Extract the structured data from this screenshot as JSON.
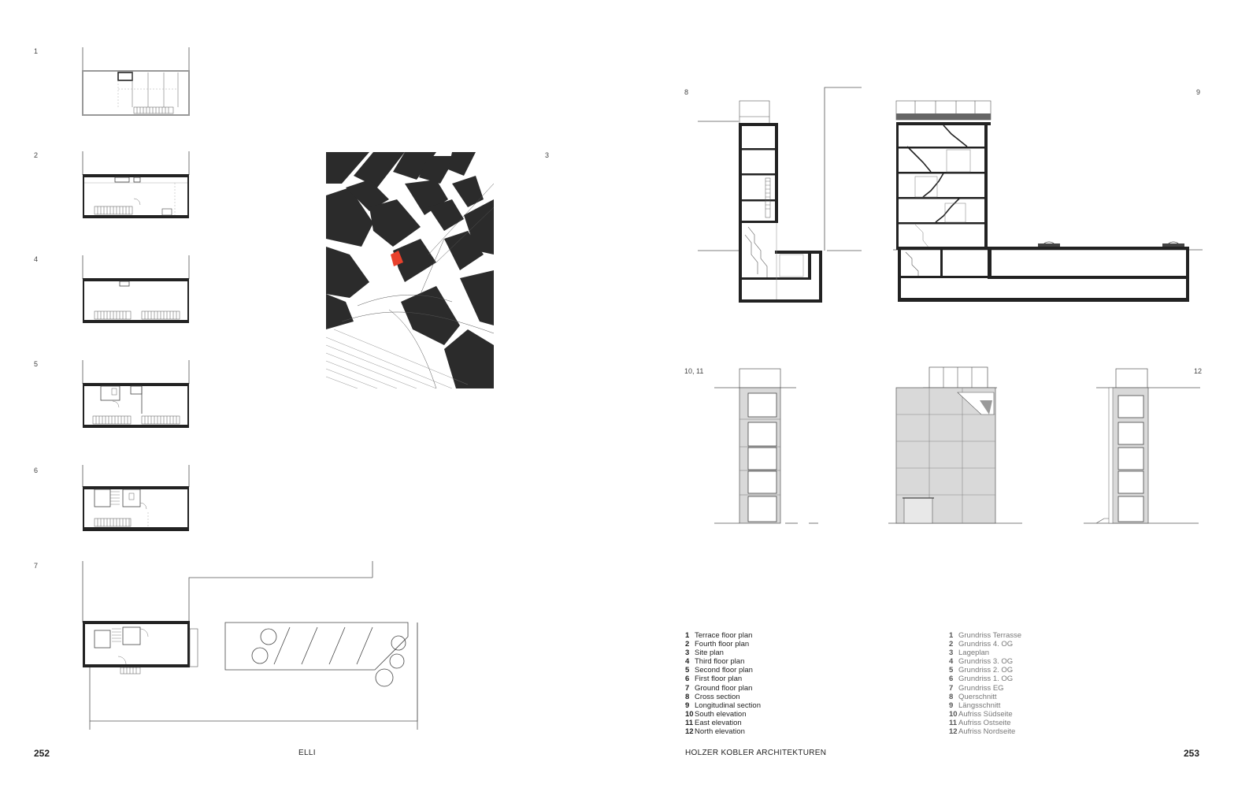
{
  "figure_numbers": {
    "f1": "1",
    "f2": "2",
    "f4": "4",
    "f5": "5",
    "f6": "6",
    "f7": "7",
    "f3": "3",
    "f8": "8",
    "f9": "9",
    "f10_11": "10, 11",
    "f12": "12"
  },
  "legend_en": [
    {
      "num": "1",
      "text": "Terrace floor plan"
    },
    {
      "num": "2",
      "text": "Fourth floor plan"
    },
    {
      "num": "3",
      "text": "Site plan"
    },
    {
      "num": "4",
      "text": "Third floor plan"
    },
    {
      "num": "5",
      "text": "Second floor plan"
    },
    {
      "num": "6",
      "text": "First floor plan"
    },
    {
      "num": "7",
      "text": "Ground floor plan"
    },
    {
      "num": "8",
      "text": "Cross section"
    },
    {
      "num": "9",
      "text": "Longitudinal section"
    },
    {
      "num": "10",
      "text": "South elevation"
    },
    {
      "num": "11",
      "text": "East elevation"
    },
    {
      "num": "12",
      "text": "North elevation"
    }
  ],
  "legend_de": [
    {
      "num": "1",
      "text": "Grundriss Terrasse"
    },
    {
      "num": "2",
      "text": "Grundriss 4. OG"
    },
    {
      "num": "3",
      "text": "Lageplan"
    },
    {
      "num": "4",
      "text": "Grundriss 3. OG"
    },
    {
      "num": "5",
      "text": "Grundriss 2. OG"
    },
    {
      "num": "6",
      "text": "Grundriss 1. OG"
    },
    {
      "num": "7",
      "text": "Grundriss EG"
    },
    {
      "num": "8",
      "text": "Querschnitt"
    },
    {
      "num": "9",
      "text": "Längsschnitt"
    },
    {
      "num": "10",
      "text": "Aufriss Südseite"
    },
    {
      "num": "11",
      "text": "Aufriss Ostseite"
    },
    {
      "num": "12",
      "text": "Aufriss Nordseite"
    }
  ],
  "footer": {
    "left_page": "252",
    "left_title": "ELLI",
    "right_title": "HOLZER KOBLER ARCHITEKTUREN",
    "right_page": "253"
  },
  "colors": {
    "ink": "#222222",
    "highlight": "#e8412c",
    "elevation_fill": "#d9d9d9"
  }
}
